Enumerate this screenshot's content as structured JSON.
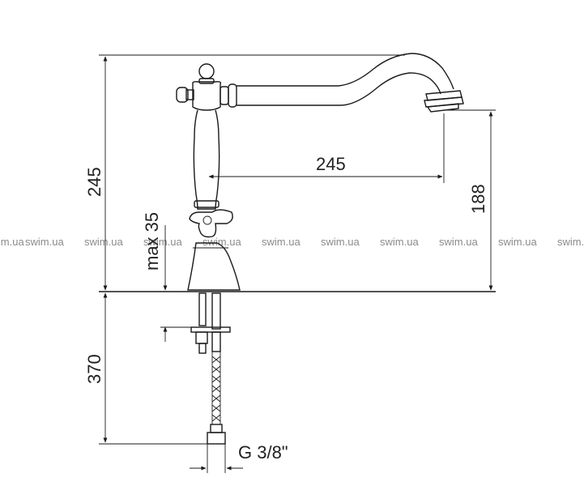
{
  "dimensions": {
    "total_height": "245",
    "reach": "245",
    "spout_height": "188",
    "deck_thickness": "max 35",
    "hose_length": "370",
    "thread": "G 3/8\""
  },
  "watermark": {
    "text": "swim.ua",
    "color": "#8a8a8a"
  },
  "colors": {
    "line": "#1a1a1a",
    "background": "#ffffff"
  }
}
